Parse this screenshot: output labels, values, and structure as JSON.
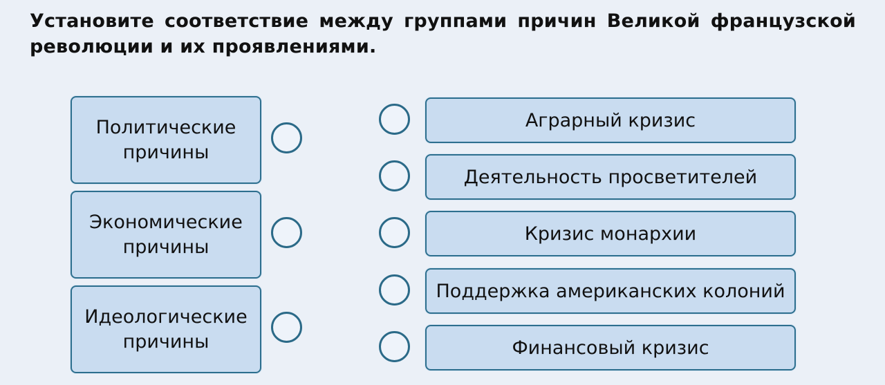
{
  "question": "Установите соответствие между группами причин Великой французской революции и их проявлениями.",
  "categories": [
    {
      "label": "Политические причины"
    },
    {
      "label": "Экономические причины"
    },
    {
      "label": "Идеологические причины"
    }
  ],
  "items": [
    {
      "label": "Аграрный кризис"
    },
    {
      "label": "Деятельность просветителей"
    },
    {
      "label": "Кризис монархии"
    },
    {
      "label": "Поддержка американских колоний"
    },
    {
      "label": "Финансовый кризис"
    }
  ],
  "colors": {
    "background": "#ebf0f7",
    "box_fill": "#c9dcf0",
    "box_border": "#2d6f8e",
    "radio_border": "#2b6a88"
  }
}
